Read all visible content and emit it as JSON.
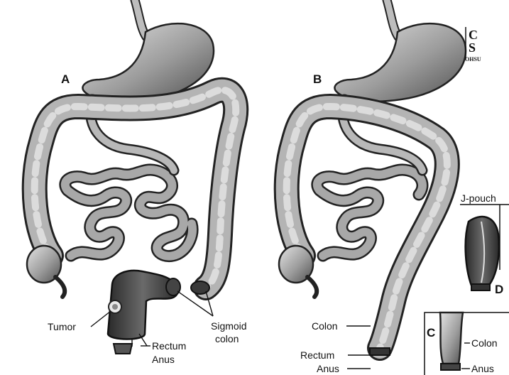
{
  "logo": {
    "letter1": "C",
    "letter2": "S",
    "org": "OHSU"
  },
  "panels": {
    "a": "A",
    "b": "B",
    "c": "C",
    "d": "D"
  },
  "panel_a": {
    "tumor": "Tumor",
    "rectum": "Rectum",
    "anus": "Anus",
    "sigmoid_line1": "Sigmoid",
    "sigmoid_line2": "colon"
  },
  "panel_b": {
    "colon": "Colon",
    "rectum": "Rectum",
    "anus": "Anus"
  },
  "panel_c": {
    "colon": "Colon",
    "anus": "Anus"
  },
  "panel_d": {
    "jpouch": "J-pouch"
  }
}
